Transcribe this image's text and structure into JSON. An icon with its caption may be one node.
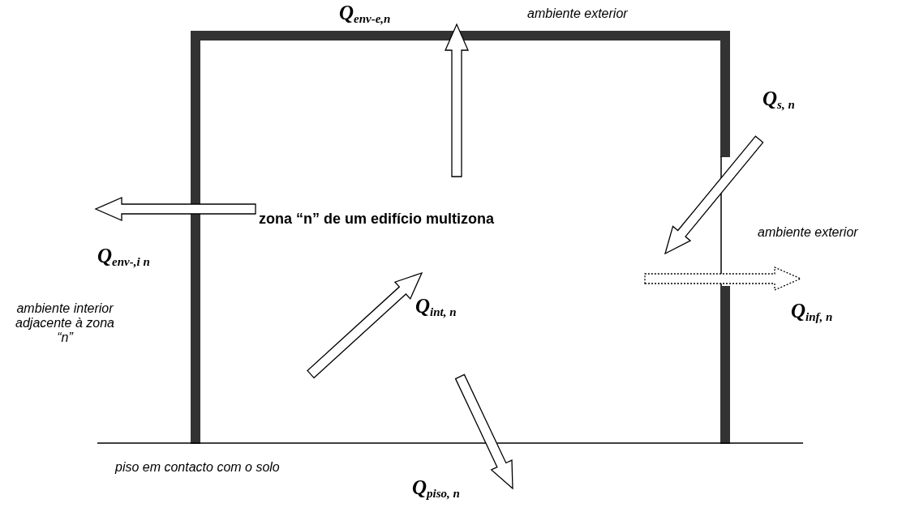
{
  "diagram": {
    "labels": [
      "ambiente exterior",
      "Q$_{env-e,n}$",
      "Q$_{s, n}$",
      "zona “n” de um edifício multizona",
      "ambiente exterior",
      "Q$_{env-,i n}$",
      "Q$_{int, n}$",
      "Q$_{inf, n}$",
      "ambiente interior adjacente à zona “n”",
      "piso em contacto com o solo",
      "Q$_{piso, n}$"
    ]
  }
}
